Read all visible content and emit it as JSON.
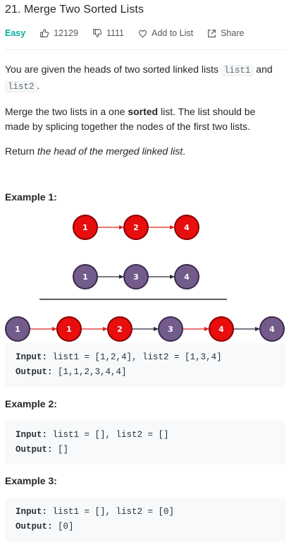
{
  "problem": {
    "title": "21. Merge Two Sorted Lists",
    "difficulty": "Easy",
    "likes": "12129",
    "dislikes": "1111",
    "add_to_list": "Add to List",
    "share": "Share"
  },
  "description": {
    "p1_a": "You are given the heads of two sorted linked lists ",
    "p1_code1": "list1",
    "p1_b": " and ",
    "p1_code2": "list2",
    "p1_c": ".",
    "p2_a": "Merge the two lists in a one ",
    "p2_bold": "sorted",
    "p2_b": " list. The list should be made by splicing together the nodes of the first two lists.",
    "p3_a": "Return ",
    "p3_em": "the head of the merged linked list",
    "p3_b": "."
  },
  "diagram": {
    "list1_nodes": [
      "1",
      "2",
      "4"
    ],
    "list2_nodes": [
      "1",
      "3",
      "4"
    ],
    "merged_nodes": [
      "1",
      "1",
      "2",
      "3",
      "4",
      "4"
    ],
    "merged_colors": [
      "purple",
      "red",
      "red",
      "purple",
      "red",
      "purple"
    ],
    "colors": {
      "red": "#e80e0e",
      "red_border": "#8a0000",
      "purple": "#735c8c",
      "purple_border": "#3a2a4c",
      "red_arrow": "#e02020",
      "dark_arrow": "#2a2a3a"
    }
  },
  "examples": [
    {
      "title": "Example 1:",
      "input_label": "Input:",
      "input_value": "list1 = [1,2,4], list2 = [1,3,4]",
      "output_label": "Output:",
      "output_value": "[1,1,2,3,4,4]"
    },
    {
      "title": "Example 2:",
      "input_label": "Input:",
      "input_value": "list1 = [], list2 = []",
      "output_label": "Output:",
      "output_value": "[]"
    },
    {
      "title": "Example 3:",
      "input_label": "Input:",
      "input_value": "list1 = [], list2 = [0]",
      "output_label": "Output:",
      "output_value": "[0]"
    }
  ]
}
